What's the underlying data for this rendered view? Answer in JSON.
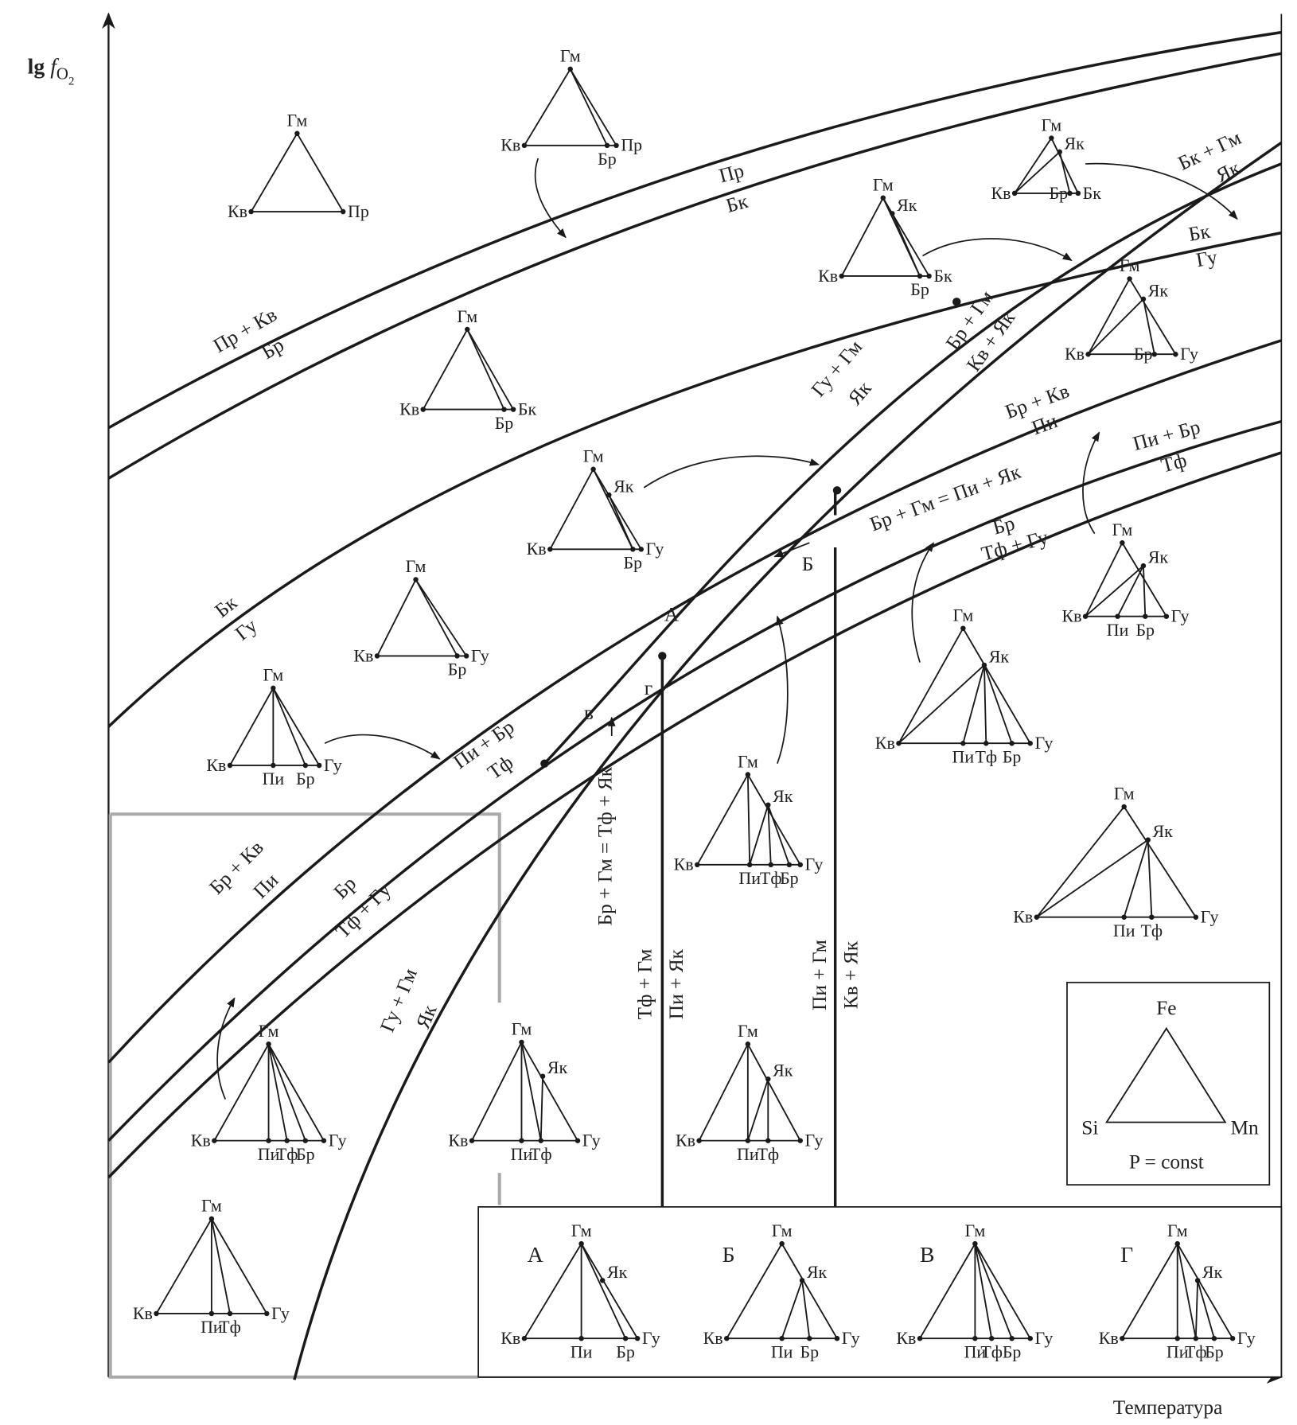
{
  "axes": {
    "y_label": "lg",
    "y_italic": "f",
    "y_sub": "O",
    "y_subsub": "2",
    "x_label": "Температура"
  },
  "curve_labels": [
    "Пр",
    "Бк",
    "Пр + Кв",
    "Бр",
    "Бк",
    "Гу",
    "Бр + Кв",
    "Пи",
    "Пи + Бр",
    "Тф",
    "Бр",
    "Тф + Гу",
    "Гу + Гм",
    "Як",
    "Гу + Гм",
    "Як",
    "Бр + Гм",
    "Кв + Як",
    "Бк + Гм",
    "Як",
    "Бк",
    "Гу",
    "Бр + Кв",
    "Пи",
    "Пи + Бр",
    "Тф",
    "Бр",
    "Тф + Гу",
    "Бр + Гм = Пи + Як",
    "Бр + Гм = Тф + Як",
    "Тф + Гм",
    "Пи + Як",
    "Пи + Гм",
    "Кв + Як"
  ],
  "point_labels": [
    "А",
    "Б",
    "в",
    "г"
  ],
  "inset_labels": [
    "А",
    "Б",
    "В",
    "Г"
  ],
  "triangles": [
    {
      "labels": [
        "Гм",
        "Кв",
        "Пр"
      ]
    },
    {
      "labels": [
        "Гм",
        "Кв",
        "Пр",
        "Бр"
      ]
    },
    {
      "labels": [
        "Гм",
        "Кв",
        "Бк",
        "Як",
        "Бр"
      ]
    },
    {
      "labels": [
        "Гм",
        "Кв",
        "Бк",
        "Як",
        "Бр"
      ]
    },
    {
      "labels": [
        "Гм",
        "Кв",
        "Гу",
        "Як",
        "Бр"
      ]
    },
    {
      "labels": [
        "Гм",
        "Кв",
        "Бк",
        "Бр"
      ]
    },
    {
      "labels": [
        "Гм",
        "Кв",
        "Гу",
        "Як",
        "Бр"
      ]
    },
    {
      "labels": [
        "Гм",
        "Кв",
        "Гу",
        "Бр"
      ]
    },
    {
      "labels": [
        "Гм",
        "Кв",
        "Гу",
        "Пи",
        "Бр"
      ]
    },
    {
      "labels": [
        "Гм",
        "Кв",
        "Гу",
        "Як",
        "Пи",
        "Тф",
        "Бр"
      ]
    },
    {
      "labels": [
        "Гм",
        "Кв",
        "Гу",
        "Як",
        "Пи",
        "Бр"
      ]
    },
    {
      "labels": [
        "Гм",
        "Кв",
        "Гу",
        "Як",
        "Пи",
        "Тф",
        "Бр"
      ]
    },
    {
      "labels": [
        "Гм",
        "Кв",
        "Гу",
        "Як",
        "Пи",
        "Тф"
      ]
    },
    {
      "labels": [
        "Гм",
        "Кв",
        "Гу",
        "Пи",
        "Тф",
        "Бр"
      ]
    },
    {
      "labels": [
        "Гм",
        "Кв",
        "Гу",
        "Як",
        "Пи",
        "Тф"
      ]
    },
    {
      "labels": [
        "Гм",
        "Кв",
        "Гу",
        "Як",
        "Пи",
        "Тф"
      ]
    },
    {
      "labels": [
        "Гм",
        "Кв",
        "Гу",
        "Пи",
        "Тф"
      ]
    },
    {
      "labels": [
        "Гм",
        "Кв",
        "Гу",
        "Як",
        "Пи",
        "Бр"
      ]
    },
    {
      "labels": [
        "Гм",
        "Кв",
        "Гу",
        "Як",
        "Пи",
        "Бр"
      ]
    },
    {
      "labels": [
        "Гм",
        "Кв",
        "Гу",
        "Пи",
        "Тф",
        "Бр"
      ]
    },
    {
      "labels": [
        "Гм",
        "Кв",
        "Гу",
        "Як",
        "Пи",
        "Тф",
        "Бр"
      ]
    }
  ],
  "legend": {
    "top": "Fe",
    "left": "Si",
    "right": "Mn",
    "note": "P = const"
  }
}
